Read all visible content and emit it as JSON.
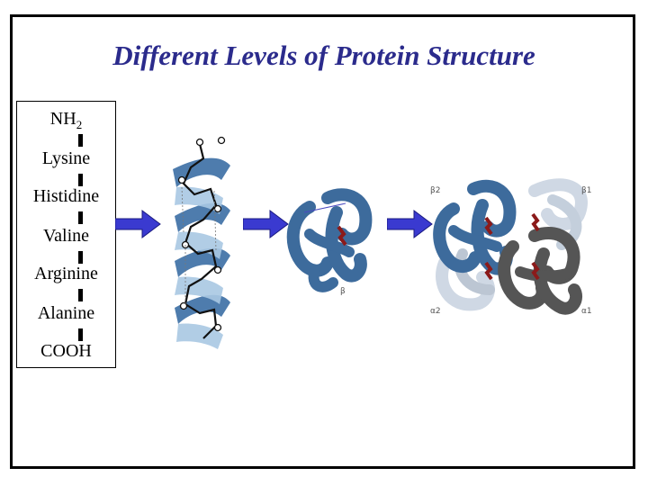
{
  "title": "Different Levels of Protein Structure",
  "primary_chain": {
    "residues": [
      "NH",
      "Lysine",
      "Histidine",
      "Valine",
      "Arginine",
      "Alanine",
      "COOH"
    ],
    "nh2_subscript": "2"
  },
  "quaternary_labels": {
    "beta2": "β2",
    "beta1": "β1",
    "alpha2": "α2",
    "alpha1": "α1"
  },
  "tertiary_label": "β",
  "colors": {
    "title": "#2b2b8c",
    "arrow": "#3a3ad0",
    "helix_blue": "#3b6ea5",
    "subunit_blue": "#3d6b9c",
    "subunit_gray": "#5a5a5a",
    "heme": "#8b1a1a"
  }
}
